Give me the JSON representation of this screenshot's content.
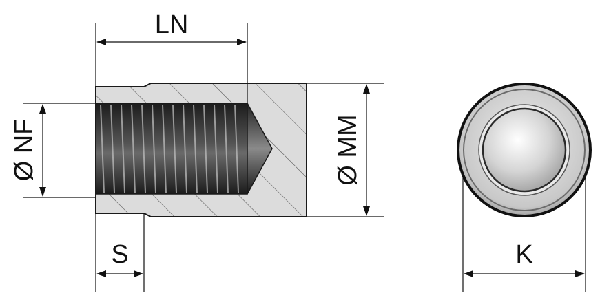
{
  "dimensions": {
    "ln": "LN",
    "nf": "Ø NF",
    "mm": "Ø MM",
    "s": "S",
    "k": "K"
  },
  "colors": {
    "background": "#ffffff",
    "body_fill": "#dcdcdc",
    "outline": "#1a1a1a",
    "hatch": "#5a5a5a",
    "thread_dark": "#2a2a2a"
  }
}
